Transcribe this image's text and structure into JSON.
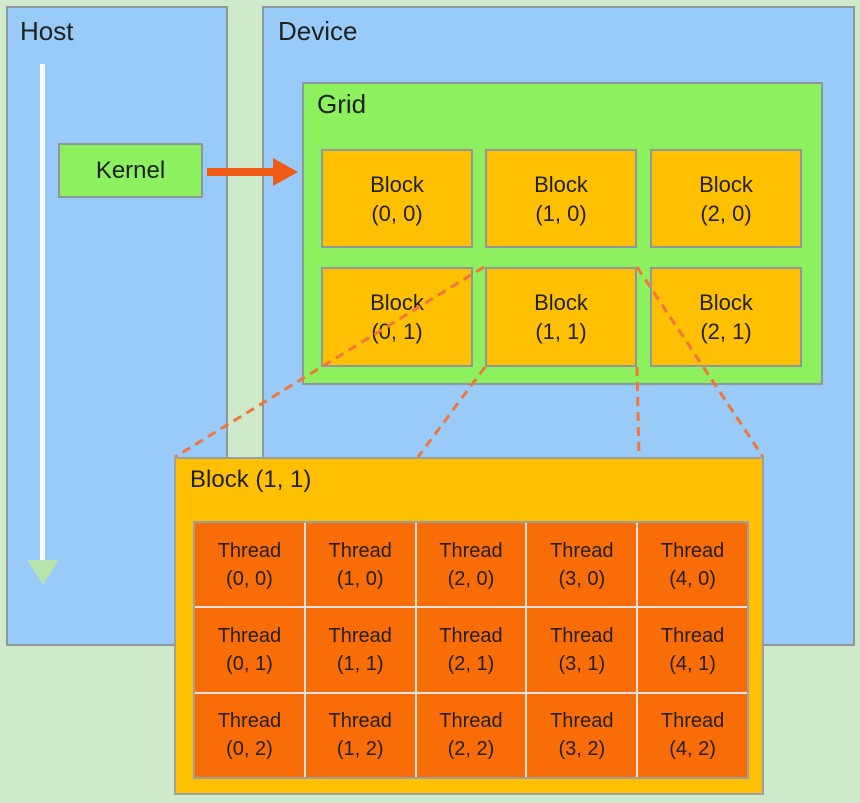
{
  "diagram": {
    "host": {
      "title": "Host"
    },
    "device": {
      "title": "Device"
    },
    "kernel": {
      "label": "Kernel"
    },
    "grid": {
      "title": "Grid",
      "blocks": [
        {
          "name": "Block",
          "coords": "(0, 0)"
        },
        {
          "name": "Block",
          "coords": "(1, 0)"
        },
        {
          "name": "Block",
          "coords": "(2, 0)"
        },
        {
          "name": "Block",
          "coords": "(0, 1)"
        },
        {
          "name": "Block",
          "coords": "(1, 1)"
        },
        {
          "name": "Block",
          "coords": "(2, 1)"
        }
      ]
    },
    "expanded_block": {
      "title": "Block (1, 1)",
      "threads": [
        {
          "name": "Thread",
          "coords": "(0, 0)"
        },
        {
          "name": "Thread",
          "coords": "(1, 0)"
        },
        {
          "name": "Thread",
          "coords": "(2, 0)"
        },
        {
          "name": "Thread",
          "coords": "(3, 0)"
        },
        {
          "name": "Thread",
          "coords": "(4, 0)"
        },
        {
          "name": "Thread",
          "coords": "(0, 1)"
        },
        {
          "name": "Thread",
          "coords": "(1, 1)"
        },
        {
          "name": "Thread",
          "coords": "(2, 1)"
        },
        {
          "name": "Thread",
          "coords": "(3, 1)"
        },
        {
          "name": "Thread",
          "coords": "(4, 1)"
        },
        {
          "name": "Thread",
          "coords": "(0, 2)"
        },
        {
          "name": "Thread",
          "coords": "(1, 2)"
        },
        {
          "name": "Thread",
          "coords": "(2, 2)"
        },
        {
          "name": "Thread",
          "coords": "(3, 2)"
        },
        {
          "name": "Thread",
          "coords": "(4, 2)"
        }
      ]
    },
    "icons": {
      "host_timeline_arrow": "down-arrow",
      "kernel_launch_arrow": "right-arrow",
      "expansion_lines": "dashed-projection-lines"
    },
    "colors": {
      "background_green": "#cfeacb",
      "panel_blue": "#98cbf8",
      "container_green": "#8df05e",
      "block_yellow": "#ffc003",
      "thread_orange": "#f96d08",
      "arrow_orange": "#f15a14",
      "dashed_orange": "#f4743c",
      "host_arrow_shaft_white": "#ffffff",
      "host_arrow_head_green": "#b7e3ae",
      "border_gray": "#8e989b",
      "text": "#1f2022"
    }
  }
}
